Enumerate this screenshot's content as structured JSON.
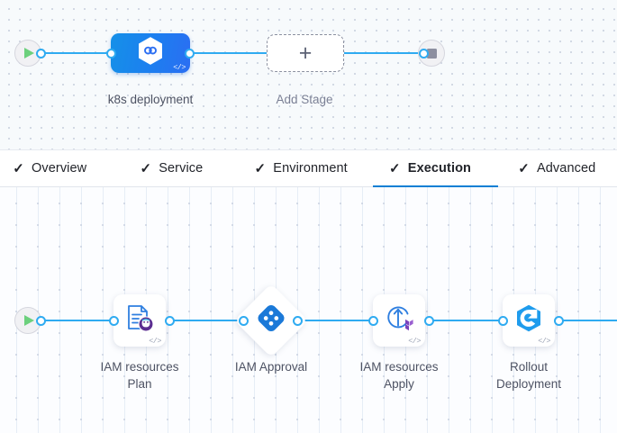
{
  "colors": {
    "wire": "#2fabf1",
    "accent": "#0b7fd4",
    "stage_gradient_start": "#1590e8",
    "stage_gradient_end": "#2b6ef2",
    "terminal_bg": "#f1f1f4",
    "play_green": "#6cd07d",
    "stop_gray": "#8d8fa0",
    "approval_blue": "#1b79d8",
    "terraform_purple": "#7b42bc",
    "ansible_purple": "#6b3fa0",
    "argo_blue": "#1f9ced",
    "canvas_top_bg": "#f7fafc",
    "canvas_bottom_bg": "#fcfdff"
  },
  "stage_pipeline": {
    "start_node": {
      "name": "pipeline-start",
      "icon": "play-icon"
    },
    "end_node": {
      "name": "pipeline-end",
      "icon": "stop-icon"
    },
    "stages": [
      {
        "label": "k8s deployment",
        "icon": "k8s-hexagon-icon",
        "code_badge": "</>",
        "selected": true
      }
    ],
    "add_stage": {
      "label": "Add Stage",
      "icon": "plus-icon"
    }
  },
  "tabs": {
    "items": [
      {
        "label": "Overview",
        "check": "✓",
        "active": false
      },
      {
        "label": "Service",
        "check": "✓",
        "active": false
      },
      {
        "label": "Environment",
        "check": "✓",
        "active": false
      },
      {
        "label": "Execution",
        "check": "✓",
        "active": true
      },
      {
        "label": "Advanced",
        "check": "✓",
        "active": false
      }
    ]
  },
  "execution_pipeline": {
    "start_node": {
      "name": "execution-start",
      "icon": "play-icon"
    },
    "steps": [
      {
        "label": "IAM resources\nPlan",
        "icon": "terraform-plan-icon",
        "code_badge": "</>",
        "shape": "rounded-square"
      },
      {
        "label": "IAM Approval",
        "icon": "harness-approval-icon",
        "code_badge": "",
        "shape": "diamond"
      },
      {
        "label": "IAM resources\nApply",
        "icon": "terraform-apply-icon",
        "code_badge": "</>",
        "shape": "rounded-square"
      },
      {
        "label": "Rollout\nDeployment",
        "icon": "argo-rollout-icon",
        "code_badge": "</>",
        "shape": "rounded-square"
      }
    ]
  }
}
